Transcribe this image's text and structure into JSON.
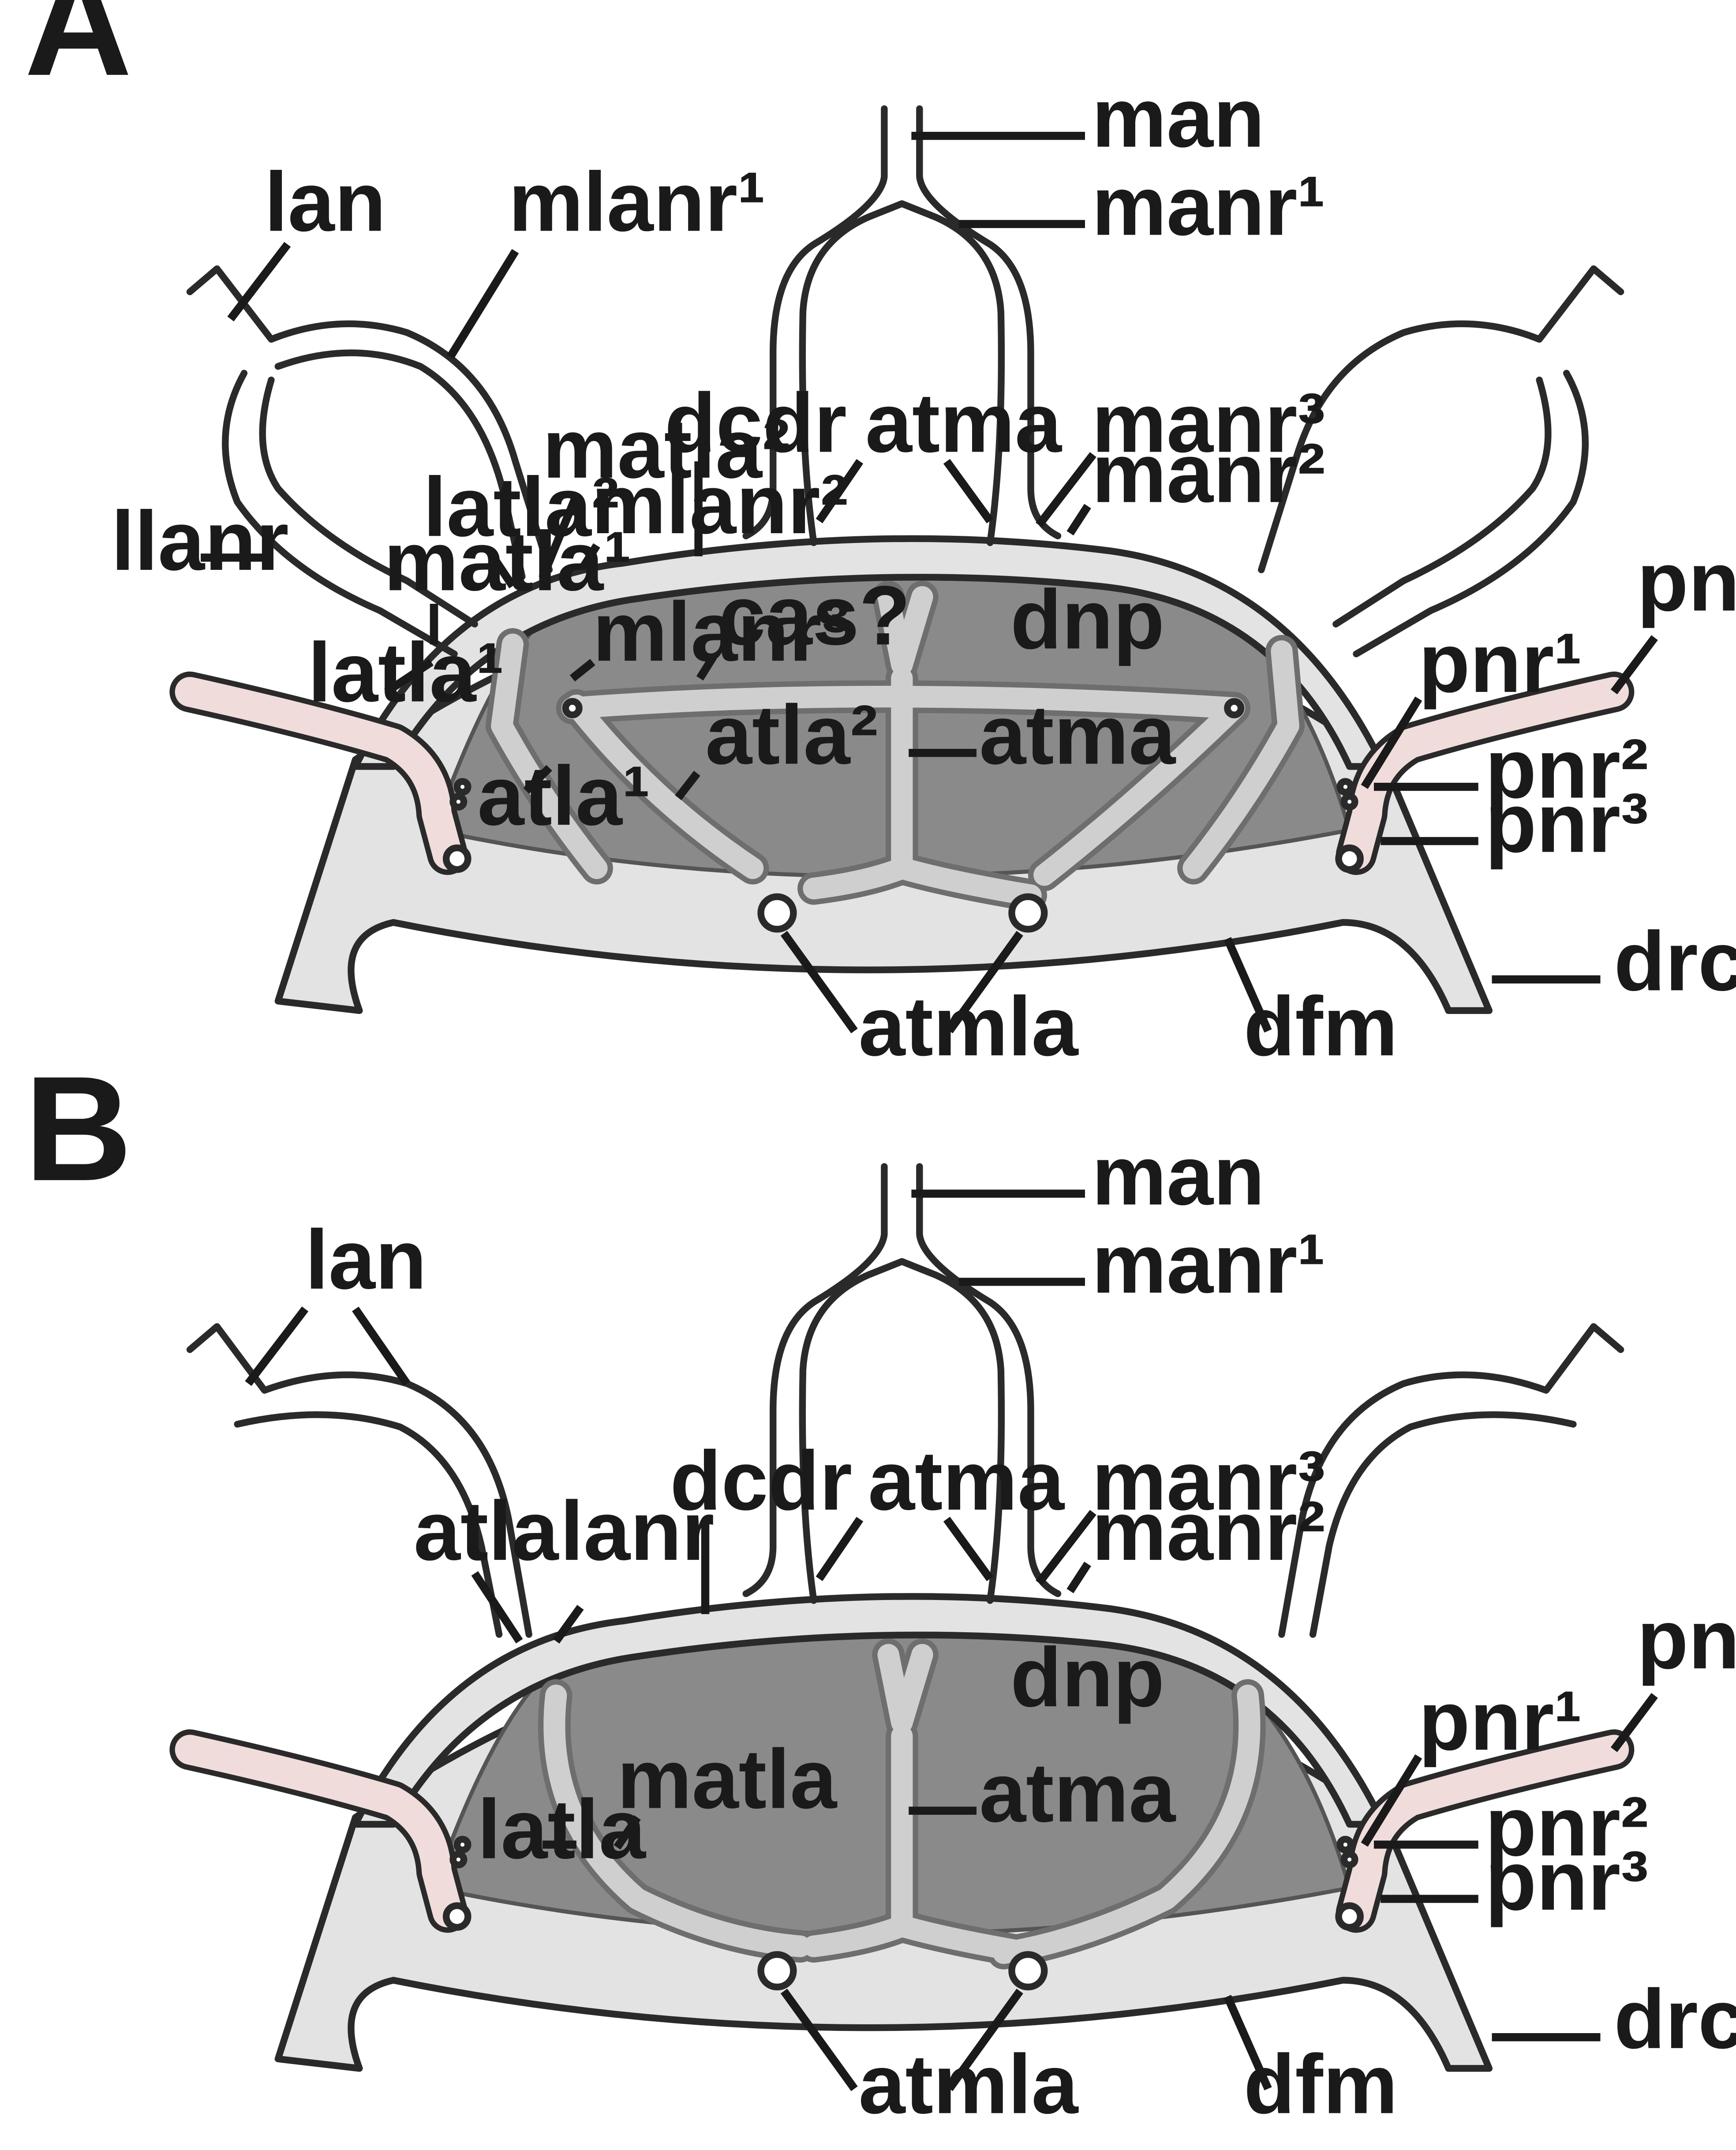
{
  "panels": [
    {
      "letter": "A",
      "labels": {
        "man": "man",
        "manr1": "manr¹",
        "manr2": "manr²",
        "manr3": "manr³",
        "lan": "lan",
        "mlanr1": "mlanr¹",
        "mlanr2": "mlanr²",
        "mlanr3": "mlanr³",
        "llanr": "llanr",
        "matla1": "matla¹",
        "matla2": "matla²",
        "latla1": "latla¹",
        "latla2": "latla²",
        "dcdr": "dcdr",
        "atma_top": "atma",
        "atma_mid": "atma",
        "cas": "cas?",
        "dnp": "dnp",
        "atla1": "atla¹",
        "atla2": "atla²",
        "pn": "pn",
        "pnr1": "pnr¹",
        "pnr2": "pnr²",
        "pnr3": "pnr³",
        "atmla": "atmla",
        "dfm": "dfm",
        "drcc": "drcc"
      }
    },
    {
      "letter": "B",
      "labels": {
        "man": "man",
        "manr1": "manr¹",
        "manr2": "manr²",
        "manr3": "manr³",
        "lan": "lan",
        "atla": "atla",
        "lanr": "lanr",
        "dcdr": "dcdr",
        "atma_top": "atma",
        "atma_mid": "atma",
        "dnp": "dnp",
        "matla": "matla",
        "latla": "latla",
        "pn": "pn",
        "pnr1": "pnr¹",
        "pnr2": "pnr²",
        "pnr3": "pnr³",
        "atmla": "atmla",
        "dfm": "dfm",
        "drcc": "drcc"
      }
    }
  ],
  "colors": {
    "cuticle": "#e3e3e3",
    "neuropil": "#8a8a8a",
    "tract": "#cfcfcf",
    "pedal_nerve": "#f1dcdc",
    "outline": "#2a2a2a"
  }
}
